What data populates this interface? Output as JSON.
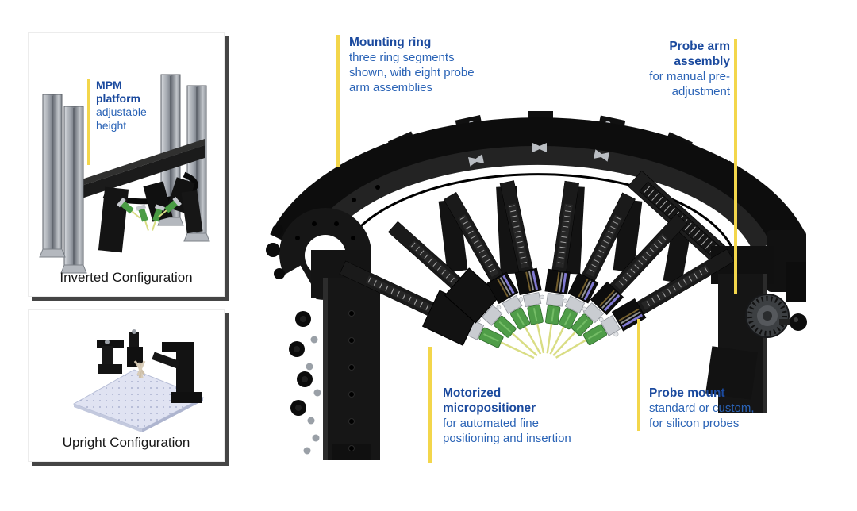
{
  "colors": {
    "accent_yellow": "#F3D64B",
    "heading_blue": "#1B4A9E",
    "body_blue": "#2A63B6",
    "caption_black": "#161616"
  },
  "panels": [
    {
      "caption": "Inverted Configuration",
      "callout": {
        "heading": "MPM platform",
        "body": "adjustable height"
      }
    },
    {
      "caption": "Upright Configuration"
    }
  ],
  "callouts": {
    "mounting_ring": {
      "heading": "Mounting ring",
      "body": "three ring segments shown, with eight probe arm assemblies"
    },
    "probe_arm_assembly": {
      "heading": "Probe arm assembly",
      "body": "for manual pre-adjustment"
    },
    "motorized_micropositioner": {
      "heading": "Motorized micropositioner",
      "body": "for automated fine positioning and insertion"
    },
    "probe_mount": {
      "heading": "Probe mount",
      "body": "standard or custom, for silicon probes"
    }
  }
}
